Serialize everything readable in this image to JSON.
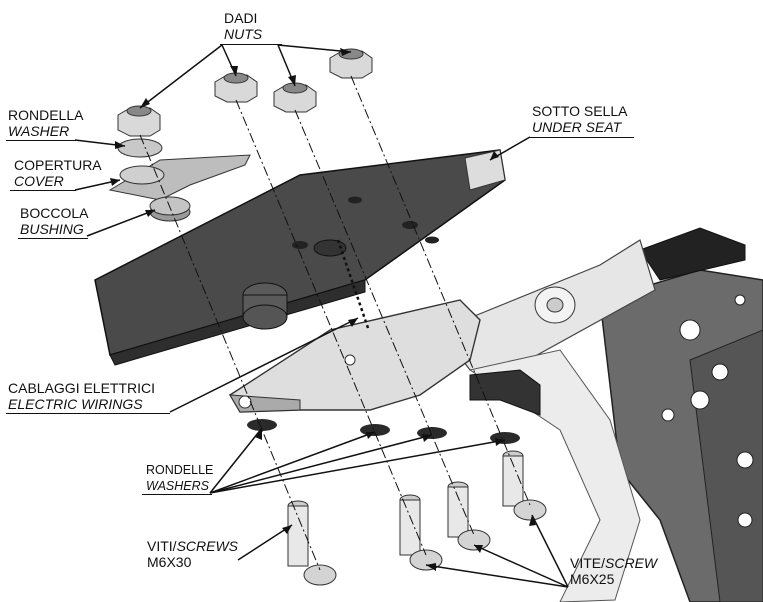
{
  "labels": {
    "dadi": "DADI",
    "nuts": "NUTS",
    "rondella": "RONDELLA",
    "washer": "WASHER",
    "copertura": "COPERTURA",
    "cover": "COVER",
    "boccola": "BOCCOLA",
    "bushing": "BUSHING",
    "sotto_sella": "SOTTO SELLA",
    "under_seat": "UNDER SEAT",
    "cablaggi": "CABLAGGI ELETTRICI",
    "electric_wirings": "ELECTRIC WIRINGS",
    "rondelle": "RONDELLE",
    "washers": "WASHERS",
    "viti_a": "VITI/",
    "viti_b": "SCREWS",
    "viti_size": "M6X30",
    "vite_a": "VITE/",
    "vite_b": "SCREW",
    "vite_size": "M6X25"
  },
  "colors": {
    "plate": "#4a4a4a",
    "plate_dark": "#2e2e2e",
    "bracket": "#d8d8d8",
    "frame": "#6a6a6a",
    "line": "#111111"
  }
}
